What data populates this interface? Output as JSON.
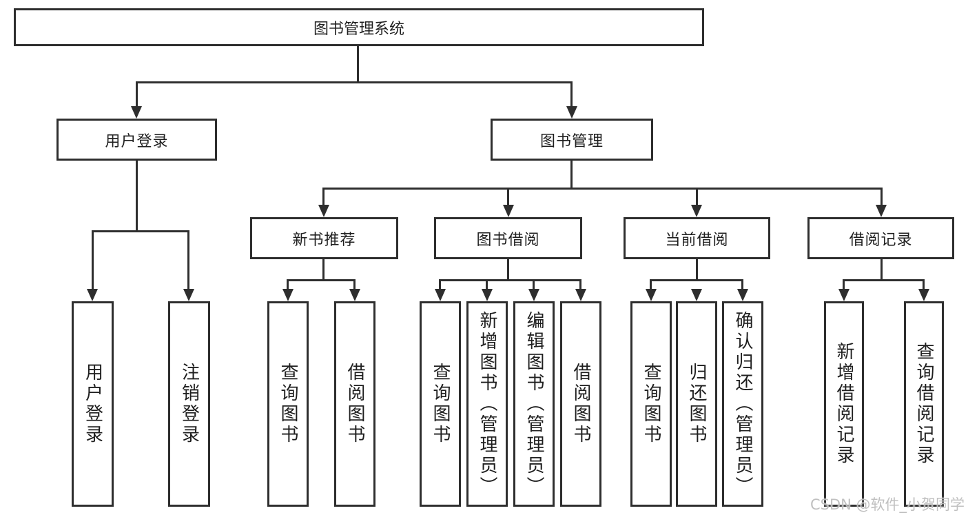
{
  "diagram": {
    "type": "hierarchy-flowchart",
    "tree": {
      "root": {
        "label": "图书管理系统"
      },
      "children": [
        {
          "label": "用户登录",
          "children": [
            {
              "label": "用户登录"
            },
            {
              "label": "注销登录"
            }
          ]
        },
        {
          "label": "图书管理",
          "children": [
            {
              "label": "新书推荐",
              "children": [
                {
                  "label": "查询图书"
                },
                {
                  "label": "借阅图书"
                }
              ]
            },
            {
              "label": "图书借阅",
              "children": [
                {
                  "label": "查询图书"
                },
                {
                  "label": "新增图书（管理员）"
                },
                {
                  "label": "编辑图书（管理员）"
                },
                {
                  "label": "借阅图书"
                }
              ]
            },
            {
              "label": "当前借阅",
              "children": [
                {
                  "label": "查询图书"
                },
                {
                  "label": "归还图书"
                },
                {
                  "label": "确认归还（管理员）"
                }
              ]
            },
            {
              "label": "借阅记录",
              "children": [
                {
                  "label": "新增借阅记录"
                },
                {
                  "label": "查询借阅记录"
                }
              ]
            }
          ]
        }
      ]
    },
    "colors": {
      "line": "#2e2e2e",
      "text": "#1f1f1f",
      "background": "#ffffff",
      "watermark": "#bbbbbb"
    }
  },
  "watermark": {
    "text": "CSDN @软件_小贺同学"
  }
}
